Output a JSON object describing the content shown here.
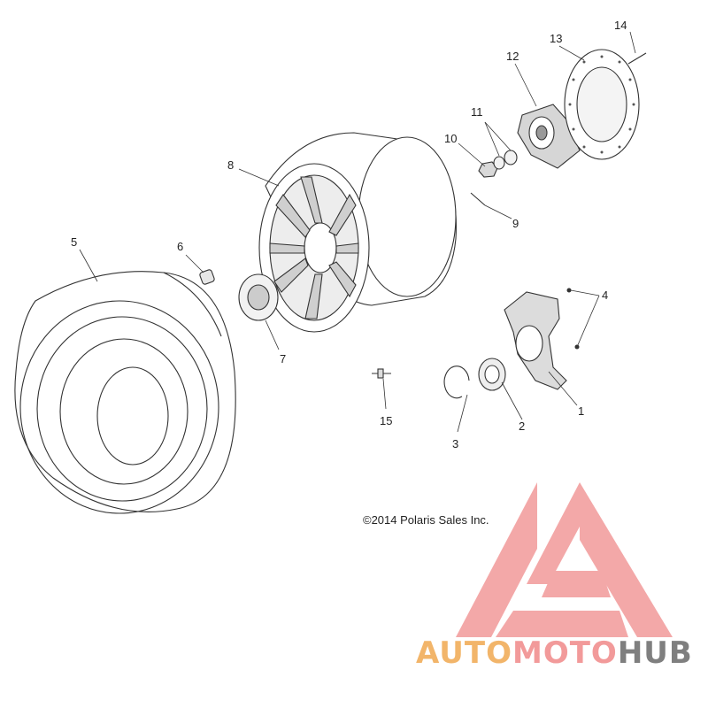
{
  "diagram": {
    "callouts": [
      {
        "id": "1",
        "label": "1"
      },
      {
        "id": "2",
        "label": "2"
      },
      {
        "id": "3",
        "label": "3"
      },
      {
        "id": "4",
        "label": "4"
      },
      {
        "id": "5",
        "label": "5"
      },
      {
        "id": "6",
        "label": "6"
      },
      {
        "id": "7",
        "label": "7"
      },
      {
        "id": "8",
        "label": "8"
      },
      {
        "id": "9",
        "label": "9"
      },
      {
        "id": "10",
        "label": "10"
      },
      {
        "id": "11",
        "label": "11"
      },
      {
        "id": "12",
        "label": "12"
      },
      {
        "id": "13",
        "label": "13"
      },
      {
        "id": "14",
        "label": "14"
      },
      {
        "id": "15",
        "label": "15"
      }
    ],
    "copyright": "©2014 Polaris Sales Inc."
  },
  "watermark": {
    "brand_auto": "AUTO",
    "brand_moto": "MOTO",
    "brand_hub": "HUB",
    "colors": {
      "auto": "#f2b56a",
      "moto": "#f29a9a",
      "hub": "#7f7f7f",
      "logo": "#f29a9a"
    }
  }
}
